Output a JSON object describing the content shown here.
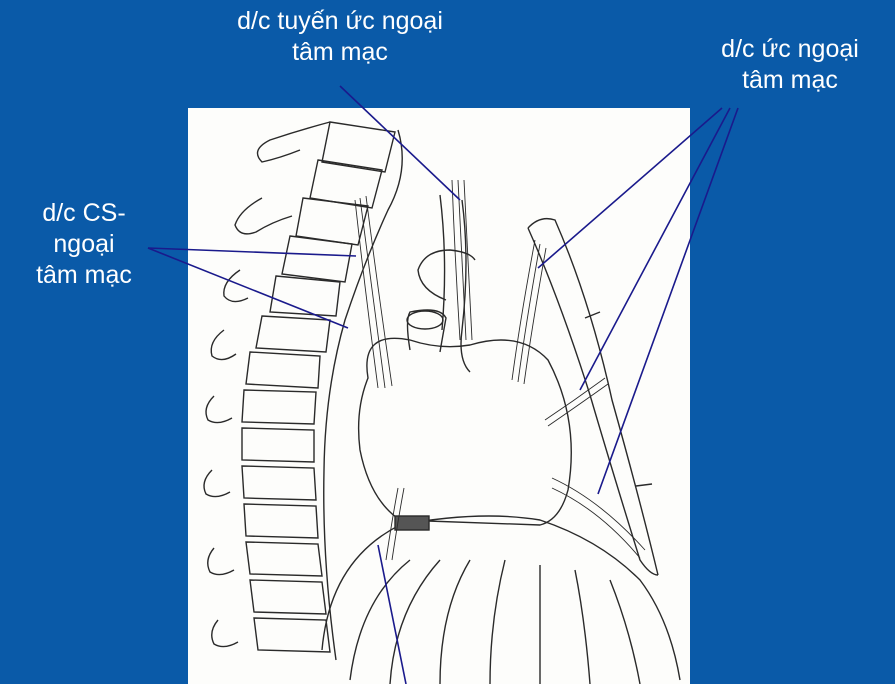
{
  "labels": {
    "thymo_pericardial": "d/c tuyến ức ngoại\ntâm mạc",
    "sterno_pericardial": "d/c ức ngoại\ntâm mạc",
    "vertebro_pericardial": "d/c CS-\nngoại\ntâm mạc"
  },
  "colors": {
    "background": "#0a5aa8",
    "leader_line": "#1a1a8c",
    "drawing_ink": "#2a2a2a"
  }
}
